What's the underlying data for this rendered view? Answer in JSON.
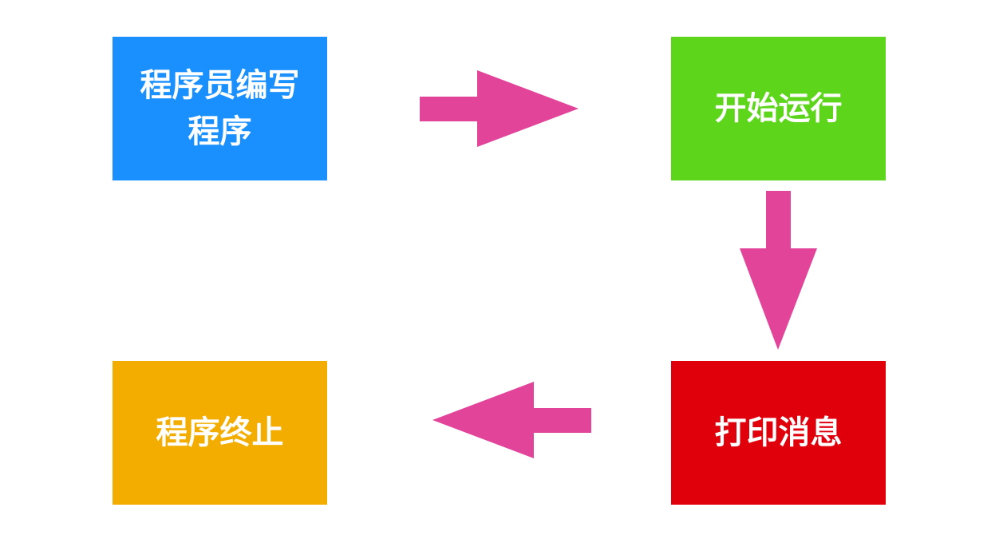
{
  "boxes": [
    {
      "label": "程序员编写\n程序",
      "color": "#1a90ff"
    },
    {
      "label": "开始运行",
      "color": "#5dd51b"
    },
    {
      "label": "打印消息",
      "color": "#e0000b"
    },
    {
      "label": "程序终止",
      "color": "#f2ad00"
    }
  ],
  "arrow_color": "#e2449a"
}
